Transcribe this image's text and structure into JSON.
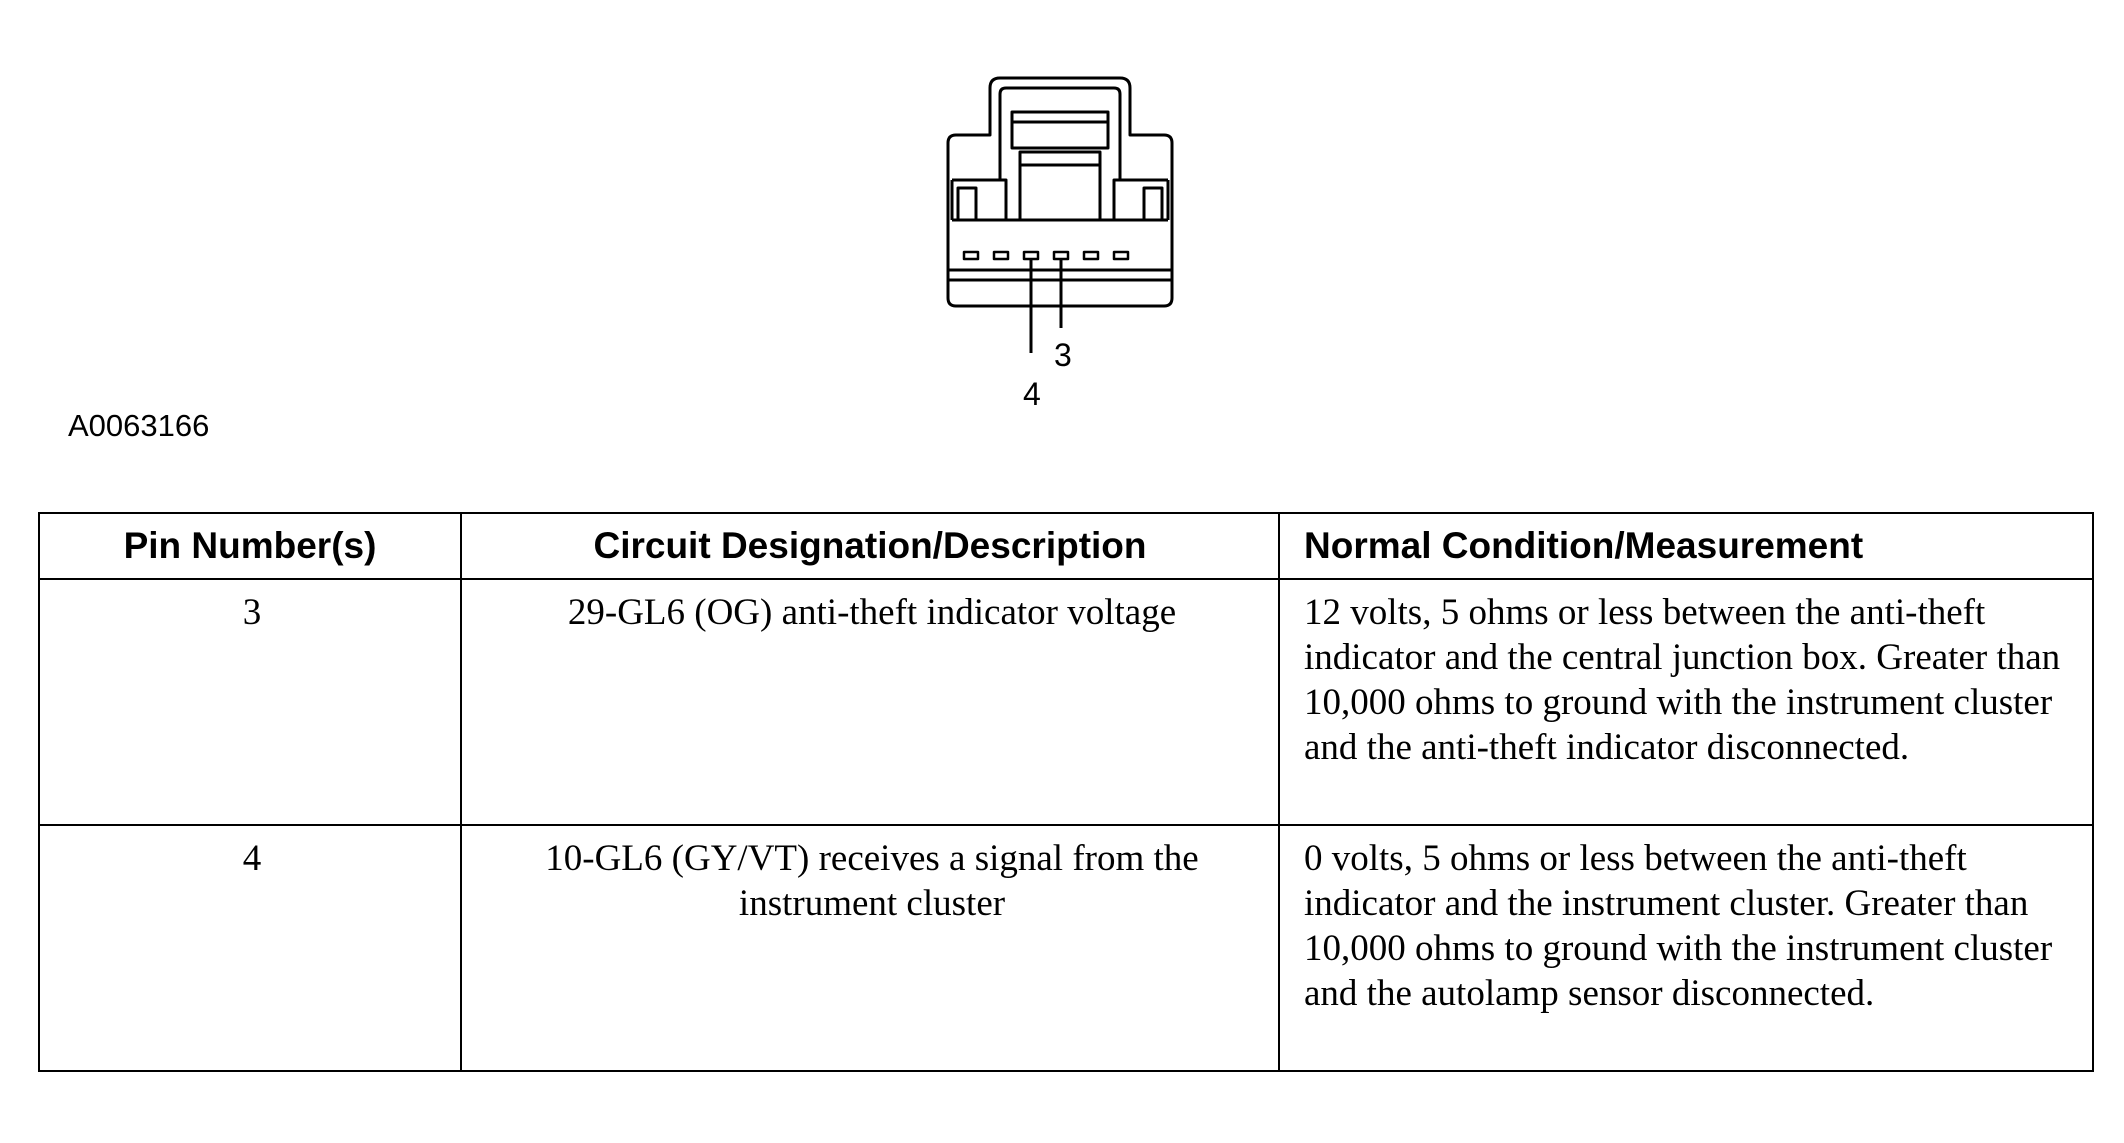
{
  "figure": {
    "id": "A0063166",
    "pin_labels": [
      "3",
      "4"
    ]
  },
  "table": {
    "headers": [
      "Pin Number(s)",
      "Circuit Designation/Description",
      "Normal Condition/Measurement"
    ],
    "rows": [
      {
        "pin": "3",
        "circuit": "29-GL6 (OG) anti-theft indicator voltage",
        "condition": "12 volts, 5 ohms or less between the anti-theft indicator and the central junction box. Greater than 10,000 ohms to ground with the instrument cluster and the anti-theft indicator disconnected."
      },
      {
        "pin": "4",
        "circuit": "10-GL6 (GY/VT) receives a signal from the instrument cluster",
        "condition": "0 volts, 5 ohms or less between the anti-theft indicator and the instrument cluster. Greater than 10,000 ohms to ground with the instrument cluster and the autolamp sensor disconnected."
      }
    ]
  }
}
